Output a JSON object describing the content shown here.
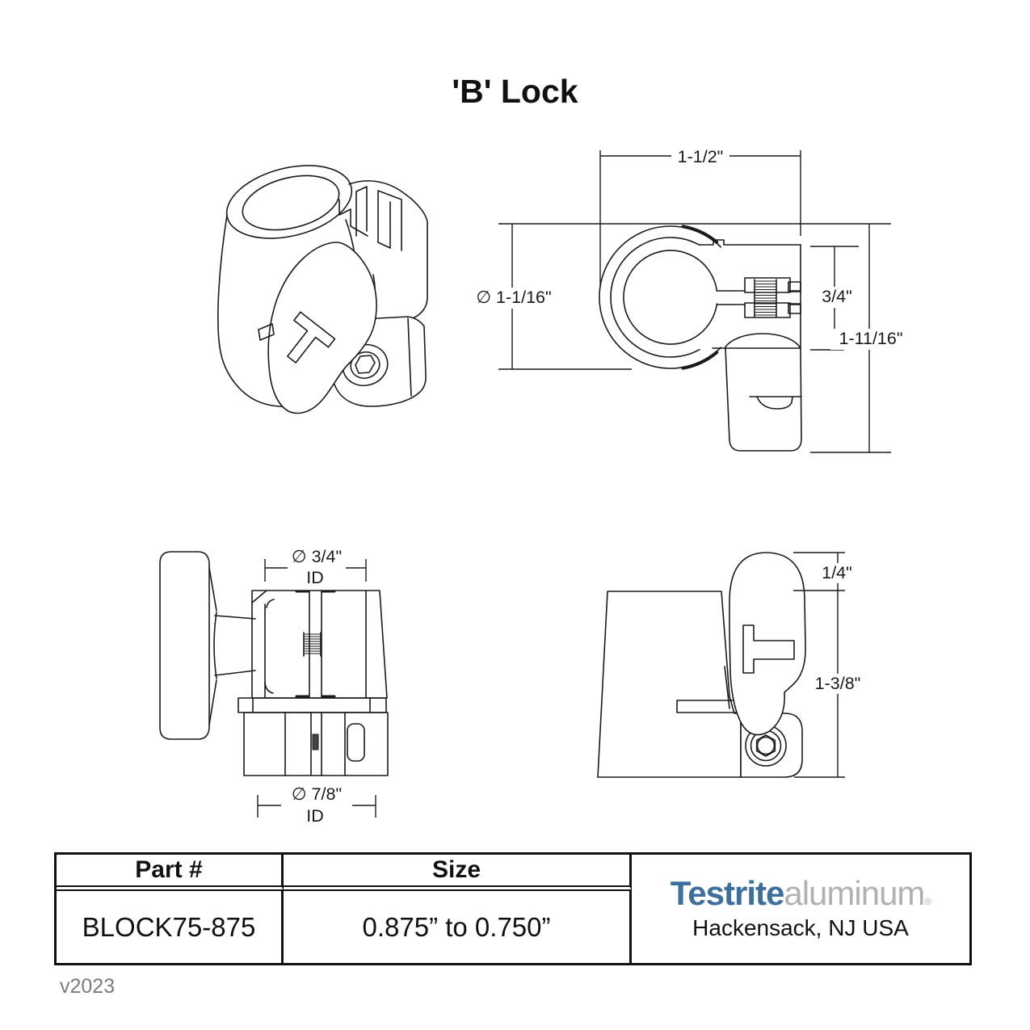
{
  "title": "'B' Lock",
  "version": "v2023",
  "views": {
    "front": {
      "dim_width": "1-1/2\"",
      "dim_outer_diameter": "∅ 1-1/16\"",
      "dim_clamp_height": "3/4\"",
      "dim_overall_height": "1-11/16\""
    },
    "bottom": {
      "dim_top_id": "∅ 3/4\"",
      "dim_top_id_label": "ID",
      "dim_bottom_id": "∅ 7/8\"",
      "dim_bottom_id_label": "ID"
    },
    "side": {
      "dim_knob_offset": "1/4\"",
      "dim_body_height": "1-3/8\""
    }
  },
  "table": {
    "part_header": "Part #",
    "size_header": "Size",
    "part_number": "BLOCK75-875",
    "size_value": "0.875” to 0.750”"
  },
  "logo": {
    "brand_bold": "Testrite",
    "brand_light": "aluminum",
    "registered": "®",
    "location": "Hackensack, NJ USA",
    "brand_color": "#3D6E9C",
    "light_color": "#B1B1B1"
  }
}
